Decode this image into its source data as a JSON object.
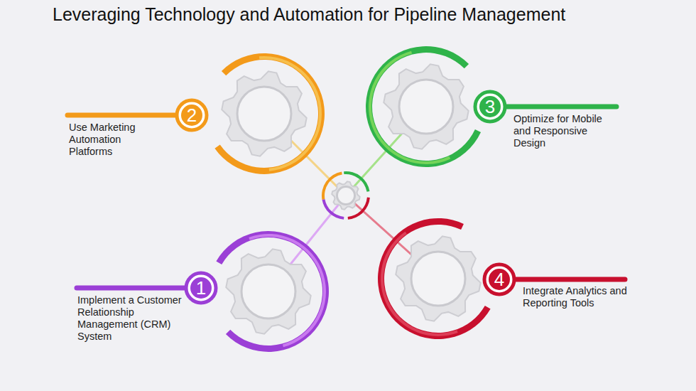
{
  "diagram": {
    "title": "Leveraging Technology and Automation for Pipeline Management",
    "nodes": [
      {
        "text": [
          "1",
          "Implement a Customer Relationship Management (CRM) System"
        ]
      },
      {
        "text": [
          "2",
          "Use Marketing Automation Platforms"
        ]
      },
      {
        "text": [
          "3",
          "Optimize for Mobile and Responsive Design"
        ]
      },
      {
        "text": [
          "4",
          "Integrate Analytics and Reporting Tools"
        ]
      }
    ]
  }
}
